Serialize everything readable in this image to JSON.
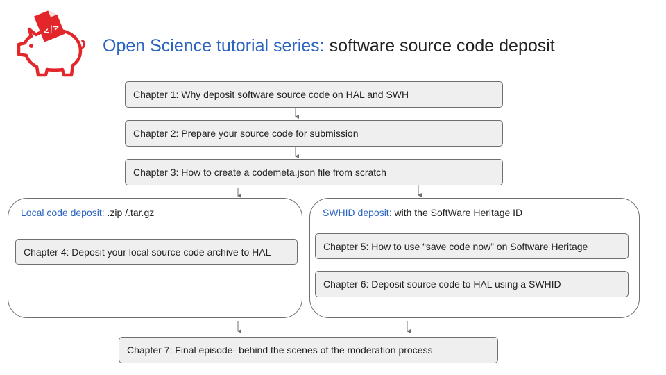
{
  "header": {
    "title_accent": "Open Science tutorial series:",
    "title_rest": "software source code deposit"
  },
  "logo": {
    "icon": "piggy-bank-code-document-icon",
    "glyph": "</>"
  },
  "colors": {
    "accent": "#2a64c0",
    "logo_red": "#e3262a",
    "box_fill": "#efefef",
    "border": "#6f6f6f"
  },
  "chapters": {
    "ch1": "Chapter 1: Why deposit software source code on HAL and SWH",
    "ch2": "Chapter 2: Prepare your source code for submission",
    "ch3": "Chapter 3: How to create a codemeta.json file from scratch",
    "ch4": "Chapter 4: Deposit your local source code archive to HAL",
    "ch5": "Chapter 5: How to use “save code now” on Software Heritage",
    "ch6": "Chapter 6: Deposit source code to HAL using a SWHID",
    "ch7": "Chapter 7: Final episode- behind the scenes of the moderation process"
  },
  "groups": {
    "local": {
      "label": "Local code deposit:",
      "detail": " .zip /.tar.gz"
    },
    "swhid": {
      "label": "SWHID deposit:",
      "detail": " with the SoftWare Heritage ID"
    }
  }
}
